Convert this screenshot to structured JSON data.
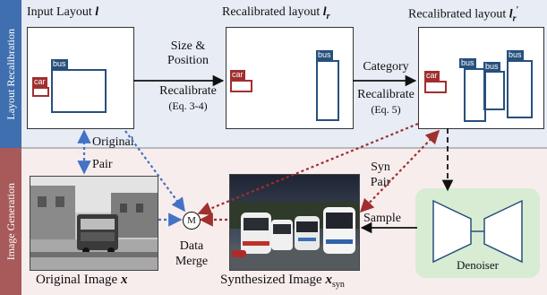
{
  "side_labels": {
    "top": "Layout Recalibration",
    "bottom": "Image Generation"
  },
  "panels": {
    "input": {
      "title": "Input Layout",
      "title_var": "l"
    },
    "recal1": {
      "title": "Recalibrated layout",
      "title_var": "l",
      "title_sub": "r"
    },
    "recal2": {
      "title": "Recalibrated layout",
      "title_var": "l",
      "title_sub": "r",
      "title_prime": "′"
    }
  },
  "box_tags": {
    "bus": "bus",
    "car": "car"
  },
  "arrows": {
    "size_position": {
      "line1": "Size &",
      "line2": "Position",
      "line3": "Recalibrate",
      "line4": "(Eq. 3-4)"
    },
    "category": {
      "line1": "Category",
      "line2": "Recalibrate",
      "line3": "(Eq. 5)"
    },
    "original_pair": {
      "line1": "Original",
      "line2": "Pair"
    },
    "syn_pair": {
      "line1": "Syn",
      "line2": "Pair"
    },
    "sample": "Sample"
  },
  "merge": {
    "symbol": "M",
    "line1": "Data",
    "line2": "Merge"
  },
  "captions": {
    "original": "Original Image",
    "original_var": "x",
    "synth": "Synthesized Image",
    "synth_var": "x",
    "synth_sub": "syn"
  },
  "denoiser": {
    "label": "Denoiser"
  },
  "colors": {
    "blue_arrow": "#4472c4",
    "red_arrow": "#a12f2f",
    "bus_box": "#27507c",
    "car_box": "#a12f2f"
  }
}
